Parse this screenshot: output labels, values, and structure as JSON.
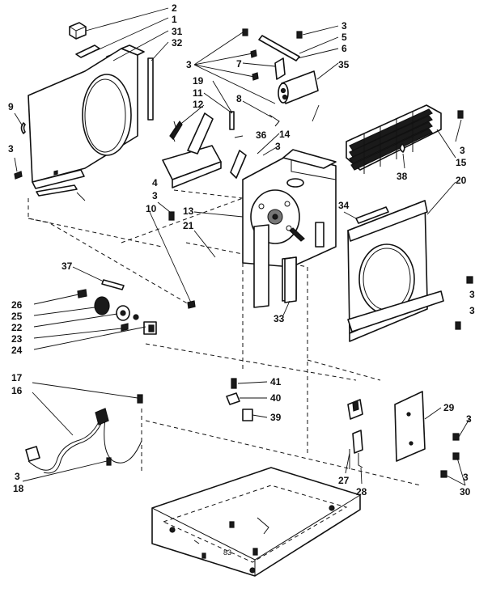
{
  "callouts": {
    "c1": "1",
    "c2": "2",
    "c3a": "3",
    "c3b": "3",
    "c3c": "3",
    "c3d": "3",
    "c3e": "3",
    "c3f": "3",
    "c3g": "3",
    "c3h": "3",
    "c3i": "3",
    "c3j": "3",
    "c3k": "3",
    "c4": "4",
    "c5": "5",
    "c6": "6",
    "c7": "7",
    "c8": "8",
    "c9": "9",
    "c10": "10",
    "c11": "11",
    "c12": "12",
    "c13": "13",
    "c14": "14",
    "c15": "15",
    "c16": "16",
    "c17": "17",
    "c18": "18",
    "c19": "19",
    "c20": "20",
    "c21": "21",
    "c22": "22",
    "c23": "23",
    "c24": "24",
    "c25": "25",
    "c26": "26",
    "c27": "27",
    "c28": "28",
    "c29": "29",
    "c30": "30",
    "c31": "31",
    "c32": "32",
    "c33": "33",
    "c34": "34",
    "c35": "35",
    "c36": "36",
    "c37": "37",
    "c38": "38",
    "c39": "39",
    "c40": "40",
    "c41": "41"
  },
  "base_label": "83"
}
